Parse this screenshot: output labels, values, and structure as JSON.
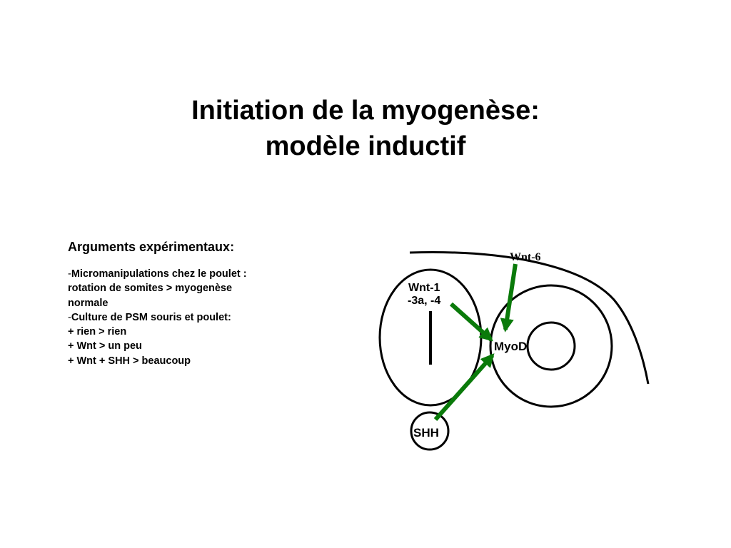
{
  "slide": {
    "title_line1": "Initiation de la myogenèse:",
    "title_line2": "modèle inductif"
  },
  "arguments": {
    "heading": "Arguments expérimentaux:",
    "lines": [
      {
        "dash": "-",
        "text": "Micromanipulations chez le poulet :"
      },
      {
        "dash": "",
        "text": "rotation de somites > myogenèse"
      },
      {
        "dash": "",
        "text": "normale"
      },
      {
        "dash": "-",
        "text": "Culture de PSM souris et poulet:"
      },
      {
        "dash": "",
        "text": "+ rien > rien"
      },
      {
        "dash": "",
        "text": "+ Wnt > un peu"
      },
      {
        "dash": "",
        "text": "+ Wnt + SHH > beaucoup"
      }
    ]
  },
  "diagram": {
    "labels": {
      "wnt6": "Wnt-6",
      "wnt1_line1": "Wnt-1",
      "wnt1_line2": "-3a, -4",
      "myod": "MyoD",
      "shh": "SHH"
    },
    "colors": {
      "arrow": "#0a7a0a",
      "outline": "#000000"
    }
  }
}
